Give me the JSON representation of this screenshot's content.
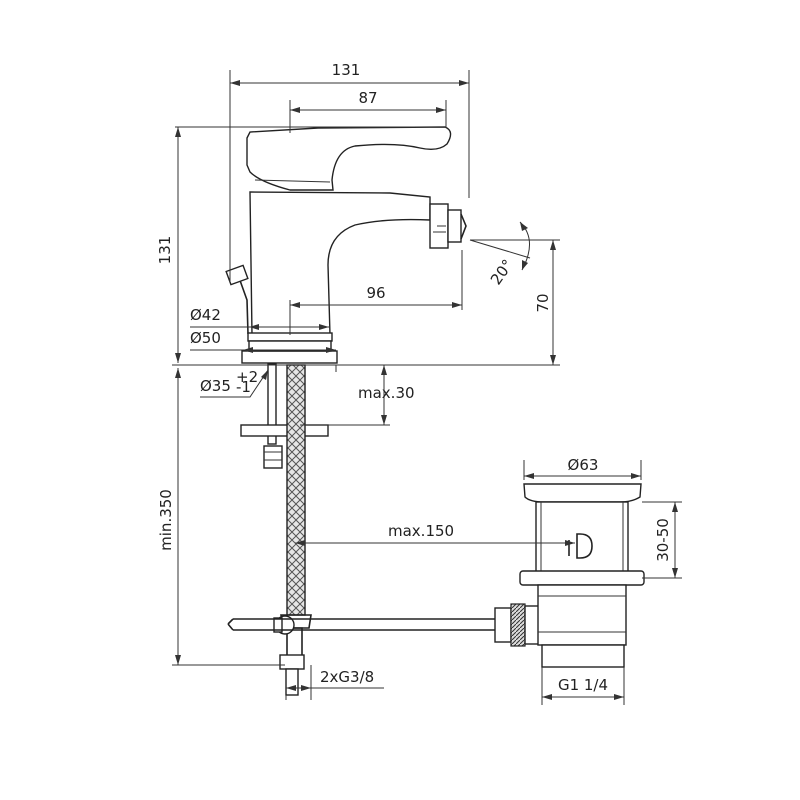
{
  "dimensions": {
    "overall_width": "131",
    "lever_length": "87",
    "overall_height": "131",
    "spout_reach": "96",
    "spout_height": "70",
    "spray_angle": "20°",
    "base_diameter_42": "Ø42",
    "base_diameter_50": "Ø50",
    "hole_diameter": "Ø35",
    "hole_tol_plus": "+2",
    "hole_tol_minus": "-1",
    "max_thickness": "max.30",
    "hose_length": "min.350",
    "rod_length": "max.150",
    "drain_diameter": "Ø63",
    "drain_height": "30-50",
    "drain_thread": "G1 1/4",
    "connection_thread": "2xG3/8"
  },
  "colors": {
    "line": "#333333",
    "background": "#ffffff"
  }
}
